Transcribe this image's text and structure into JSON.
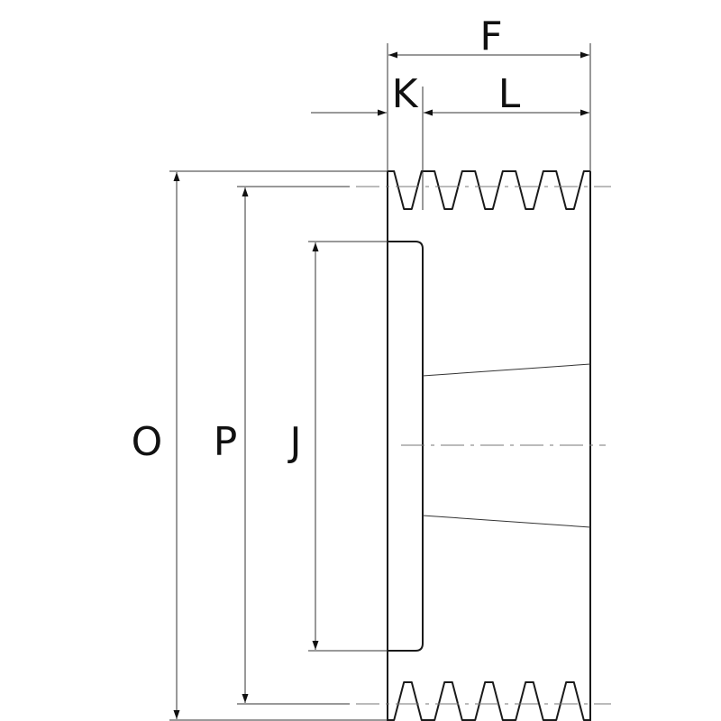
{
  "labels": {
    "F": "F",
    "K": "K",
    "L": "L",
    "O": "O",
    "P": "P",
    "J": "J"
  },
  "colors": {
    "outline": "#1a1a1a",
    "dimension": "#333333",
    "centerline": "#777777"
  },
  "grooves": {
    "count": 5
  }
}
